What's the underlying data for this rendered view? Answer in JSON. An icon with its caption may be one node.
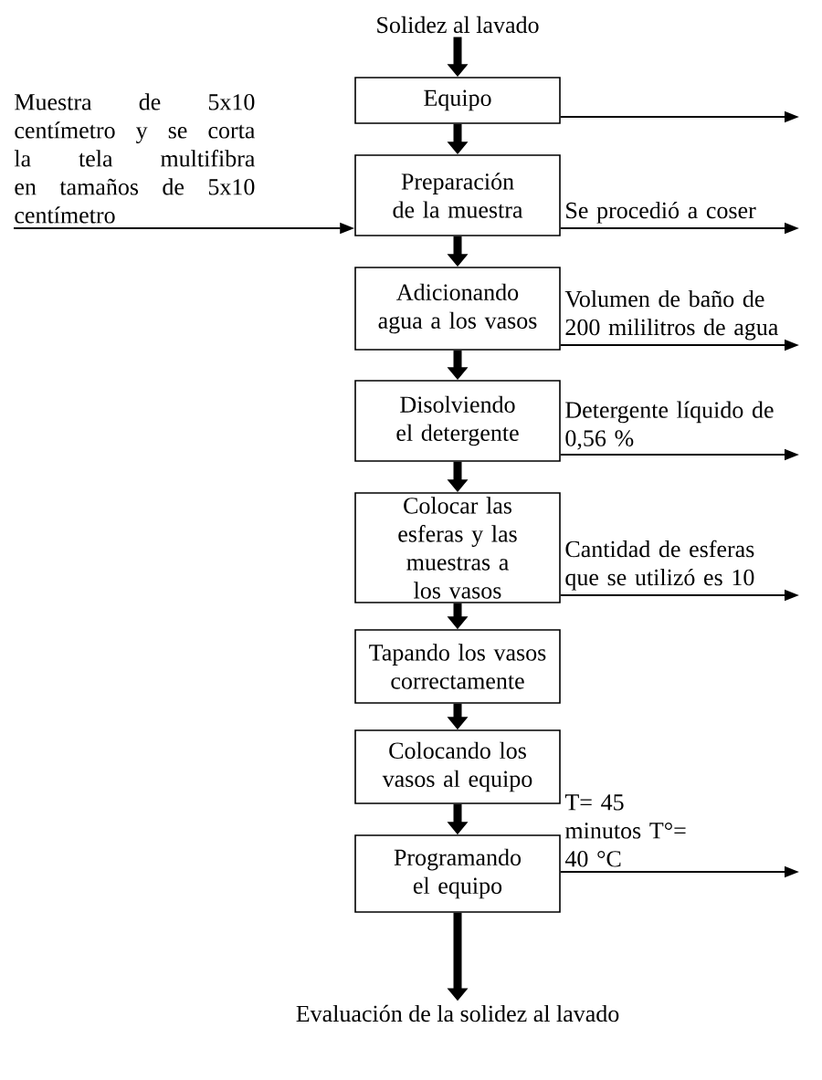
{
  "diagram": {
    "nodes": [
      {
        "text": [
          "Solidez al lavado"
        ]
      },
      {
        "text": [
          "Equipo"
        ]
      },
      {
        "text": [
          "Preparación de la muestra"
        ]
      },
      {
        "text": [
          "Adicionando agua a los vasos"
        ]
      },
      {
        "text": [
          "Disolviendo el detergente"
        ]
      },
      {
        "text": [
          "Colocar las esferas y las muestras a los vasos"
        ]
      },
      {
        "text": [
          "Tapando los vasos correctamente"
        ]
      },
      {
        "text": [
          "Colocando los vasos al equipo"
        ]
      },
      {
        "text": [
          "Programando el equipo"
        ]
      },
      {
        "text": [
          "Evaluación de la solidez al lavado"
        ]
      }
    ],
    "edges": [
      {
        "from": 0,
        "to": 1,
        "arrow": "to"
      },
      {
        "from": 1,
        "to": 2,
        "arrow": "to"
      },
      {
        "from": 2,
        "to": 3,
        "arrow": "to"
      },
      {
        "from": 3,
        "to": 4,
        "arrow": "to"
      },
      {
        "from": 4,
        "to": 5,
        "arrow": "to"
      },
      {
        "from": 5,
        "to": 6,
        "arrow": "to"
      },
      {
        "from": 6,
        "to": 7,
        "arrow": "to"
      },
      {
        "from": 7,
        "to": 8,
        "arrow": "to"
      },
      {
        "from": 8,
        "to": 9,
        "arrow": "to"
      },
      {
        "from": 1,
        "to": null,
        "arrow": "to"
      },
      {
        "from": null,
        "to": 2,
        "arrow": "to",
        "label": "Muestra de 5x10 centímetro y se corta la tela multifibra en tamaños de 5x10 centímetro"
      },
      {
        "from": 2,
        "to": null,
        "arrow": "to",
        "label": "Se procedió a coser"
      },
      {
        "from": 3,
        "to": null,
        "arrow": "to",
        "label": "Volumen de baño de 200 mililitros de agua"
      },
      {
        "from": 4,
        "to": null,
        "arrow": "to",
        "label": "Detergente líquido de 0,56 %"
      },
      {
        "from": 5,
        "to": null,
        "arrow": "to",
        "label": "Cantidad de esferas que se utilizó es 10"
      },
      {
        "from": 8,
        "to": null,
        "arrow": "to",
        "label": "T= 45 minutos T°= 40 °C"
      }
    ]
  }
}
